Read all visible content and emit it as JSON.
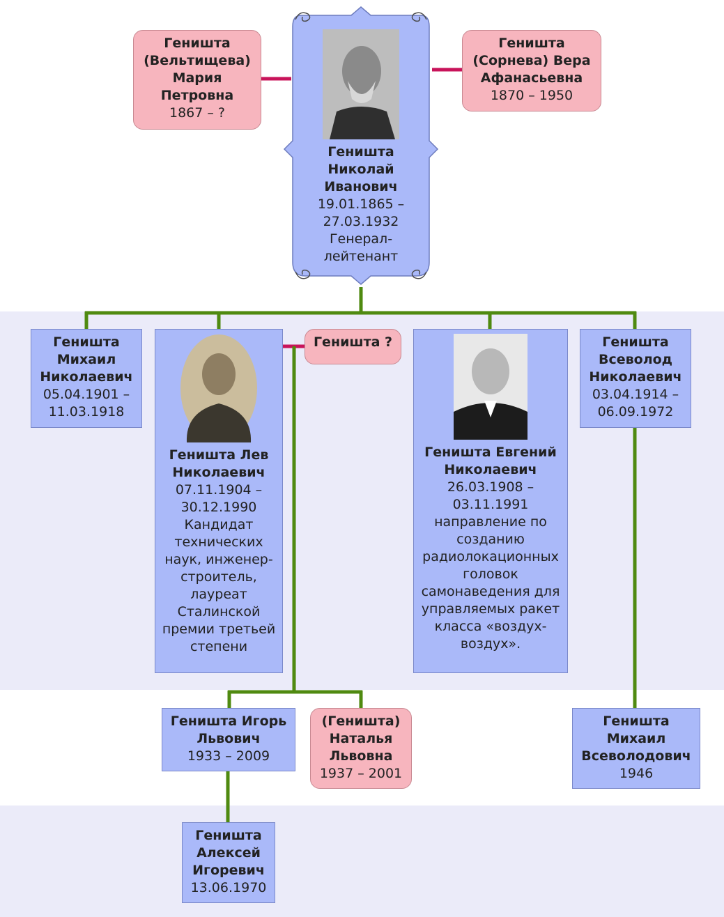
{
  "root": {
    "name": "Геништа Николай Иванович",
    "dates": "19.01.1865 – 27.03.1932",
    "note": "Генерал-лейтенант"
  },
  "spouses": [
    {
      "name": "Геништа (Вельтищева) Мария Петровна",
      "dates": "1867 – ?"
    },
    {
      "name": "Геништа (Сорнева) Вера Афанасьевна",
      "dates": "1870 – 1950"
    }
  ],
  "children": [
    {
      "name": "Геништа Михаил Николаевич",
      "dates": "05.04.1901 – 11.03.1918"
    },
    {
      "name": "Геништа Лев Николаевич",
      "dates": "07.11.1904 – 30.12.1990",
      "note": "Кандидат технических наук, инженер-строитель, лауреат Сталинской премии третьей степени"
    },
    {
      "name": "Геништа Евгений Николаевич",
      "dates": "26.03.1908 – 03.11.1991",
      "note": "направление по созданию радиолокационных головок самонаведения для управляемых ракет класса «воздух-воздух»."
    },
    {
      "name": "Геништа Всеволод Николаевич",
      "dates": "03.04.1914 – 06.09.1972"
    }
  ],
  "lev_spouse": {
    "name": "Геништа ?"
  },
  "grandchildren": [
    {
      "name": "Геништа Игорь Львович",
      "dates": "1933 – 2009"
    },
    {
      "name": "(Геништа) Наталья Львовна",
      "dates": "1937 – 2001"
    },
    {
      "name": "Геништа Михаил Всеволодович",
      "dates": "1946"
    }
  ],
  "great_grandchildren": [
    {
      "name": "Геништа Алексей Игоревич",
      "dates": "13.06.1970"
    }
  ],
  "colors": {
    "male_box": "#aab9f9",
    "female_box": "#f7b5be",
    "descent_line": "#4f8a10",
    "marriage_line": "#c8135a",
    "generation_band": "#ebebf9"
  }
}
